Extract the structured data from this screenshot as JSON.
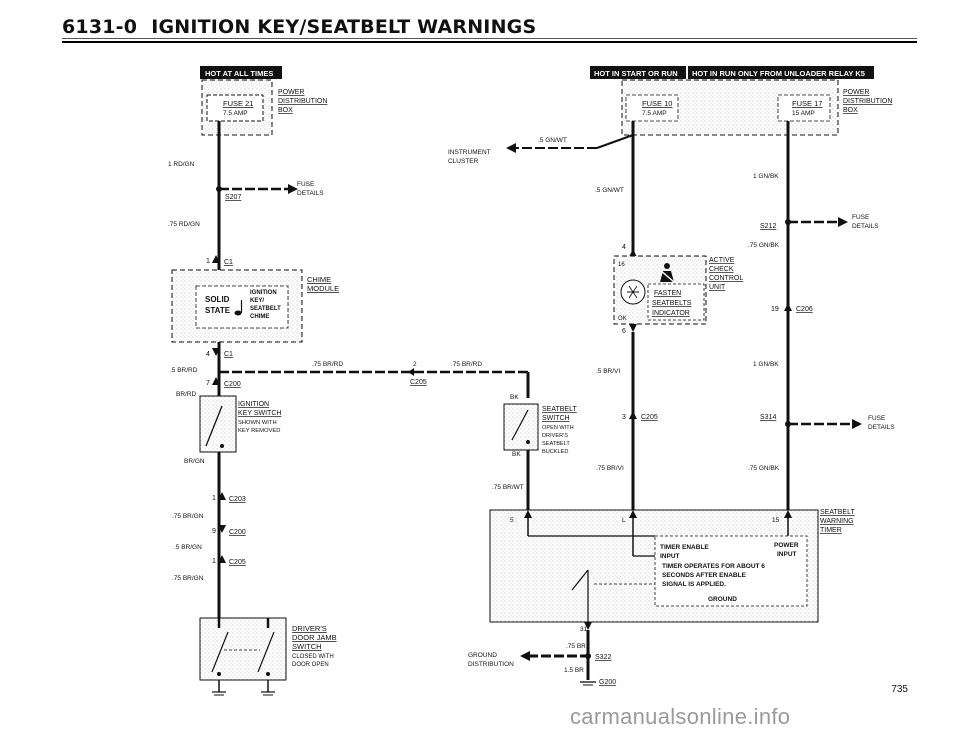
{
  "page": {
    "code": "6131-0",
    "title": "IGNITION KEY/SEATBELT WARNINGS",
    "page_number": "735",
    "watermark": "carmanualsonline.info"
  },
  "badges": {
    "hot_at_all_times": "HOT AT ALL TIMES",
    "hot_in_start_or_run": "HOT IN START OR RUN",
    "hot_in_run_only": "HOT IN RUN ONLY FROM UNLOADER RELAY K5"
  },
  "labels": {
    "power_dist_left": [
      "POWER",
      "DISTRIBUTION",
      "BOX"
    ],
    "power_dist_right": [
      "POWER",
      "DISTRIBUTION",
      "BOX"
    ],
    "fuse21": [
      "FUSE 21",
      "7.5 AMP"
    ],
    "fuse10": [
      "FUSE 10",
      "7.5 AMP"
    ],
    "fuse17": [
      "FUSE 17",
      "15 AMP"
    ],
    "w_1rdgn": "1 RD/GN",
    "s207": "S207",
    "fuse_details_1": [
      "FUSE",
      "DETAILS"
    ],
    "w_75rdgn": ".75 RD/GN",
    "c1_top": "C1",
    "pin1_top": "1",
    "chime_module": [
      "CHIME",
      "MODULE"
    ],
    "solid_state": [
      "SOLID",
      "STATE"
    ],
    "chime_text": [
      "IGNITION",
      "KEY/",
      "SEATBELT",
      "CHIME"
    ],
    "pin4": "4",
    "c1_bot": "C1",
    "w_5brrd": ".5 BR/RD",
    "w_75brrd_a": ".75 BR/RD",
    "pin2": "2",
    "w_75brrd_b": ".75 BR/RD",
    "c205_mid": "C205",
    "pin7": "7",
    "c200_a": "C200",
    "w_brrd": "BR/RD",
    "ign_switch": [
      "IGNITION",
      "KEY SWITCH",
      "SHOWN WITH",
      "KEY REMOVED"
    ],
    "w_brgn": "BR/GN",
    "pin1_c203": "1",
    "c203": "C203",
    "w_75brgn_a": ".75 BR/GN",
    "pin9": "9",
    "c200_b": "C200",
    "w_5brgn": ".5 BR/GN",
    "pin1_c205": "1",
    "c205_b": "C205",
    "w_75brgn_b": ".75 BR/GN",
    "door_switch": [
      "DRIVER'S",
      "DOOR JAMB",
      "SWITCH",
      "CLOSED WITH",
      "DOOR OPEN"
    ],
    "instrument_cluster": [
      "INSTRUMENT",
      "CLUSTER"
    ],
    "w_5gnwt_a": ".5 GN/WT",
    "w_5gnwt_b": ".5 GN/WT",
    "pin4_ic": "4",
    "pin16": "16",
    "pin6_ok": "6",
    "ok": "OK",
    "active_check": [
      "ACTIVE",
      "CHECK",
      "CONTROL",
      "UNIT"
    ],
    "fasten": [
      "FASTEN",
      "SEATBELTS",
      "INDICATOR"
    ],
    "w_5brvi": ".5 BR/VI",
    "bk_a": "BK",
    "bk_b": "BK",
    "seatbelt_switch": [
      "SEATBELT",
      "SWITCH",
      "OPEN WITH",
      "DRIVER'S",
      "SEATBELT",
      "BUCKLED"
    ],
    "pin3": "3",
    "c205_c": "C205",
    "w_75brvi": ".75 BR/VI",
    "w_75brwt": ".75 BR/WT",
    "w_1gnbk_a": "1 GN/BK",
    "s212": "S212",
    "fuse_details_2": [
      "FUSE",
      "DETAILS"
    ],
    "w_75gnbk_a": ".75 GN/BK",
    "pin19": "19",
    "c206": "C206",
    "w_1gnbk_b": "1 GN/BK",
    "s314": "S314",
    "fuse_details_3": [
      "FUSE",
      "DETAILS"
    ],
    "w_75gnbk_b": ".75 GN/BK",
    "seatbelt_timer": [
      "SEATBELT",
      "WARNING",
      "TIMER"
    ],
    "timer_pins": [
      "5",
      "L",
      "15",
      "31"
    ],
    "timer_enable": [
      "TIMER ENABLE",
      "INPUT"
    ],
    "power_input": [
      "POWER",
      "INPUT"
    ],
    "timer_note": [
      "TIMER OPERATES FOR ABOUT 6",
      "SECONDS AFTER ENABLE",
      "SIGNAL IS APPLIED."
    ],
    "ground_lbl": "GROUND",
    "w_75br": ".75 BR",
    "ground_dist": [
      "GROUND",
      "DISTRIBUTION"
    ],
    "s322": "S322",
    "w_15br": "1.5 BR",
    "g200": "G200"
  }
}
